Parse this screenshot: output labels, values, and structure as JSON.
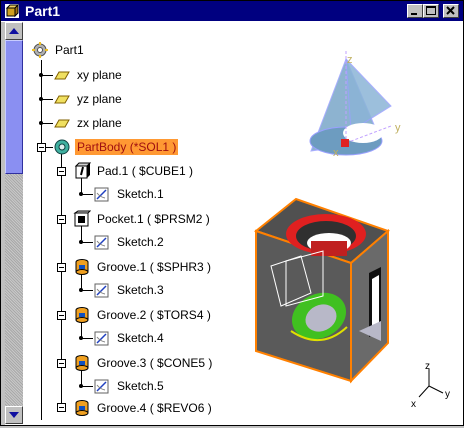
{
  "window": {
    "title": "Part1"
  },
  "tree": {
    "root": "Part1",
    "planes": [
      "xy plane",
      "yz plane",
      "zx plane"
    ],
    "body": "PartBody (*SOL1 )",
    "features": [
      {
        "label": "Pad.1 ( $CUBE1 )",
        "sketch": "Sketch.1",
        "icon": "pad-icon"
      },
      {
        "label": "Pocket.1 ( $PRSM2 )",
        "sketch": "Sketch.2",
        "icon": "pocket-icon"
      },
      {
        "label": "Groove.1 ( $SPHR3 )",
        "sketch": "Sketch.3",
        "icon": "groove-icon"
      },
      {
        "label": "Groove.2 ( $TORS4 )",
        "sketch": "Sketch.4",
        "icon": "groove-icon"
      },
      {
        "label": "Groove.3 ( $CONE5 )",
        "sketch": "Sketch.5",
        "icon": "groove-icon"
      },
      {
        "label": "Groove.4 ( $REVO6 )",
        "icon": "groove-icon"
      }
    ]
  },
  "axes": {
    "x": "x",
    "y": "y",
    "z": "z"
  },
  "compass": {
    "x": "x",
    "y": "y",
    "z": "z"
  },
  "colors": {
    "titlebar": "#000080",
    "selection": "#ff9933",
    "model_edge": "#ff8000",
    "model_face": "#606060",
    "accent_green": "#40c020",
    "accent_red": "#e02020"
  }
}
